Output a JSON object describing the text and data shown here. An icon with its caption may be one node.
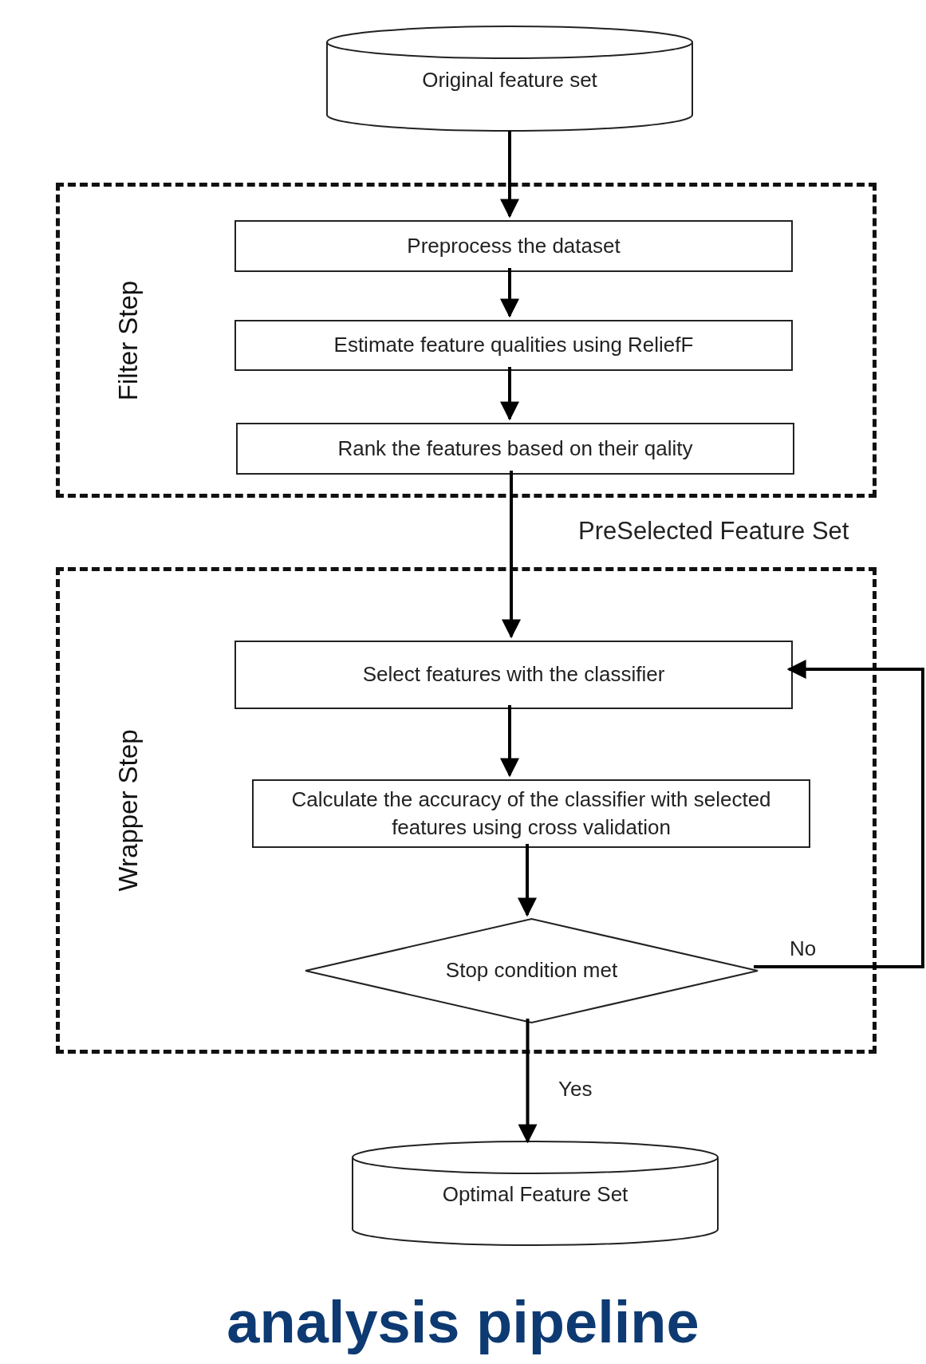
{
  "diagram": {
    "title": "analysis pipeline",
    "nodes": [
      {
        "text": [
          "Original feature set"
        ]
      },
      {
        "text": [
          "Filter Step"
        ]
      },
      {
        "text": [
          "Preprocess the dataset"
        ],
        "in": 1
      },
      {
        "text": [
          "Estimate feature qualities using ReliefF"
        ],
        "in": 1
      },
      {
        "text": [
          "Rank the features based on their qality"
        ],
        "in": 1
      },
      {
        "text": [
          "Wrapper Step"
        ]
      },
      {
        "text": [
          "Select features with the classifier"
        ],
        "in": 5
      },
      {
        "text": [
          "Calculate the accuracy of the classifier with selected features using cross validation"
        ],
        "in": 5
      },
      {
        "text": [
          "Stop condition met"
        ],
        "in": 5
      },
      {
        "text": [
          "Optimal Feature Set"
        ]
      }
    ],
    "edges": [
      {
        "from": 0,
        "to": 2,
        "arrow": "to"
      },
      {
        "from": 2,
        "to": 3,
        "arrow": "to"
      },
      {
        "from": 3,
        "to": 4,
        "arrow": "to"
      },
      {
        "from": 4,
        "to": 6,
        "arrow": "to",
        "label": "PreSelected Feature Set"
      },
      {
        "from": 6,
        "to": 7,
        "arrow": "to"
      },
      {
        "from": 7,
        "to": 8,
        "arrow": "to"
      },
      {
        "from": 8,
        "to": 9,
        "arrow": "to",
        "label": "Yes"
      },
      {
        "from": 8,
        "to": 6,
        "arrow": "to",
        "label": "No"
      }
    ]
  }
}
